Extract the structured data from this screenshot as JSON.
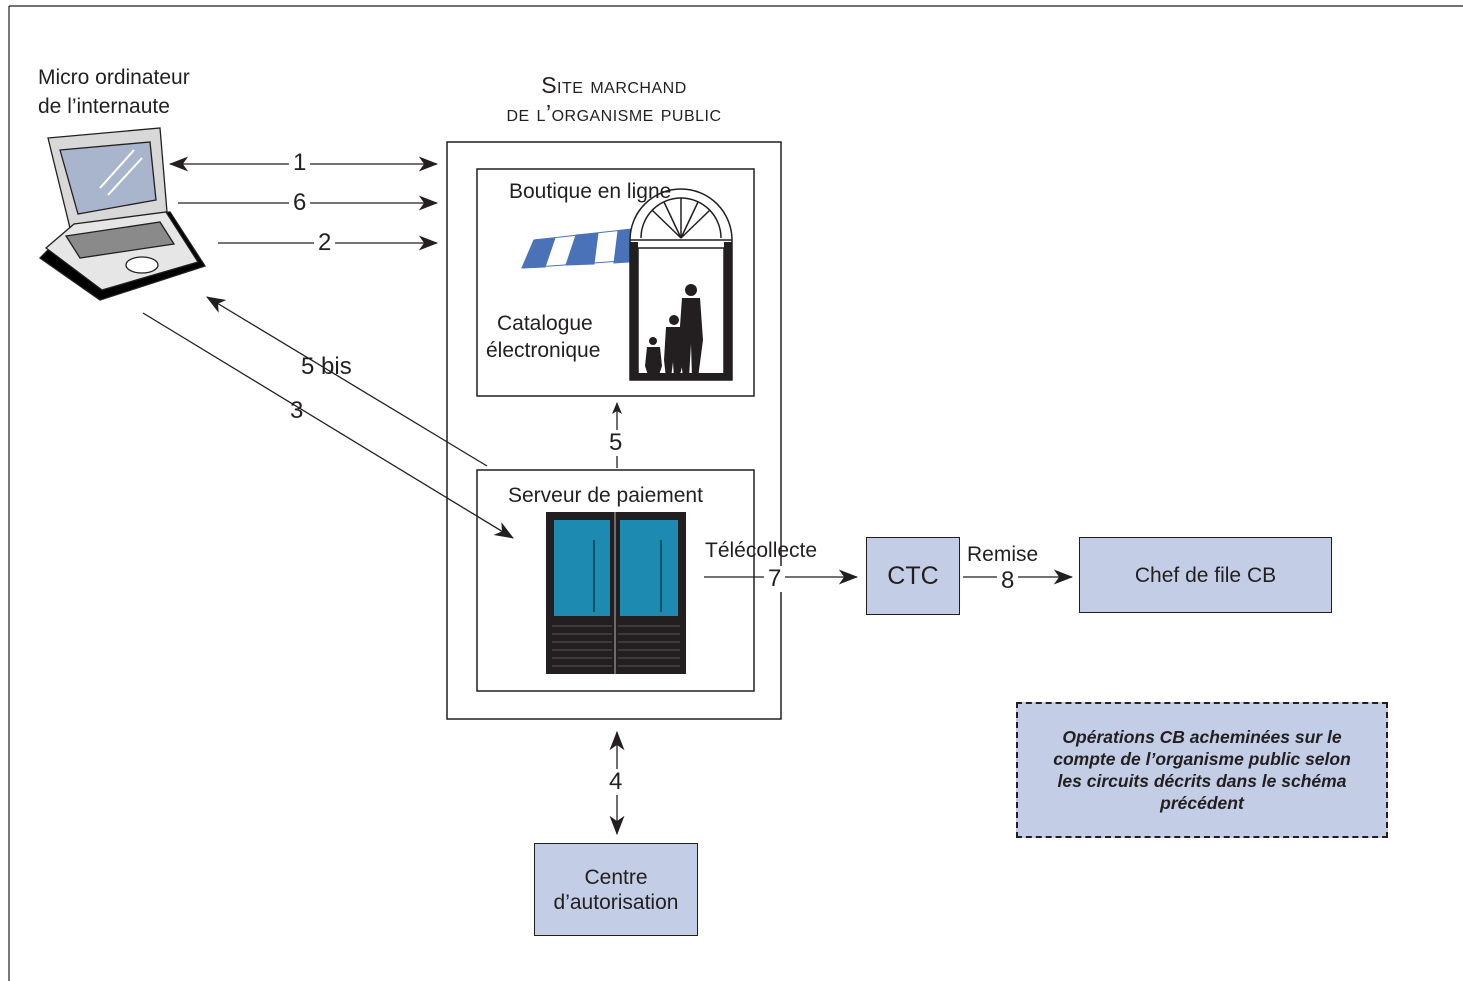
{
  "computer": {
    "label_line1": "Micro ordinateur",
    "label_line2": "de l’internaute"
  },
  "site": {
    "title_line1": "Site marchand",
    "title_line2": "de l’organisme public"
  },
  "shop": {
    "title": "Boutique en ligne",
    "catalogue_line1": "Catalogue",
    "catalogue_line2": "électronique"
  },
  "payment_server": {
    "title": "Serveur de paiement"
  },
  "flows": {
    "f1": "1",
    "f6": "6",
    "f2": "2",
    "f5bis": "5 bis",
    "f3": "3",
    "f5": "5",
    "f4": "4",
    "f7": "7",
    "f8": "8",
    "telecollecte": "Télécollecte",
    "remise": "Remise"
  },
  "nodes": {
    "ctc": "CTC",
    "chef_de_file": "Chef de file CB",
    "centre_line1": "Centre",
    "centre_line2": "d’autorisation"
  },
  "note": {
    "line1": "Opérations CB acheminées sur le",
    "line2": "compte de l’organisme public selon",
    "line3": "les circuits décrits dans le schéma",
    "line4": "précédent"
  },
  "colors": {
    "box_fill": "#c3cde5",
    "server_blue": "#1d8ab2",
    "awning_blue": "#4a72b8",
    "stroke": "#231f20"
  }
}
